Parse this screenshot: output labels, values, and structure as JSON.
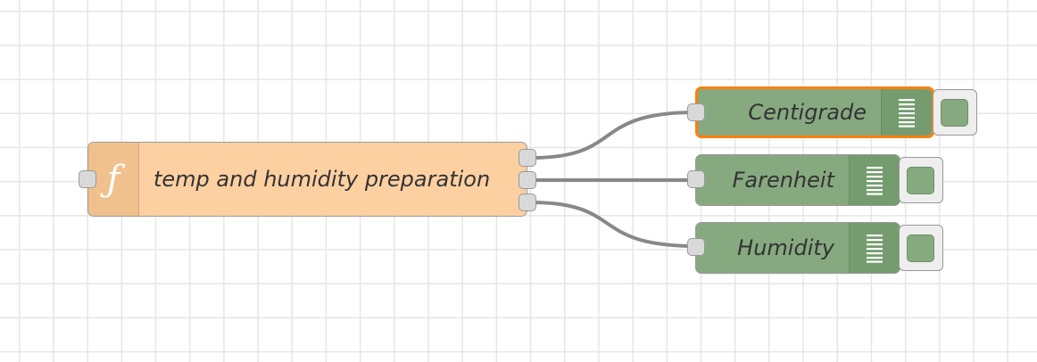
{
  "nodes": {
    "function": {
      "label": "temp and humidity preparation",
      "icon_glyph": "ƒ",
      "icon": "function-icon",
      "color": "#fdd0a2"
    },
    "debug": [
      {
        "label": "Centigrade",
        "icon": "list-lines-icon",
        "selected": true,
        "color": "#87a980"
      },
      {
        "label": "Farenheit",
        "icon": "list-lines-icon",
        "selected": false,
        "color": "#87a980"
      },
      {
        "label": "Humidity",
        "icon": "list-lines-icon",
        "selected": false,
        "color": "#87a980"
      }
    ]
  },
  "wires": [
    {
      "from": "function.output1",
      "to": "debug.Centigrade"
    },
    {
      "from": "function.output2",
      "to": "debug.Farenheit"
    },
    {
      "from": "function.output3",
      "to": "debug.Humidity"
    }
  ],
  "colors": {
    "selection_outline": "#ff7f0e",
    "wire": "#888888",
    "grid": "#e6e6e6"
  }
}
